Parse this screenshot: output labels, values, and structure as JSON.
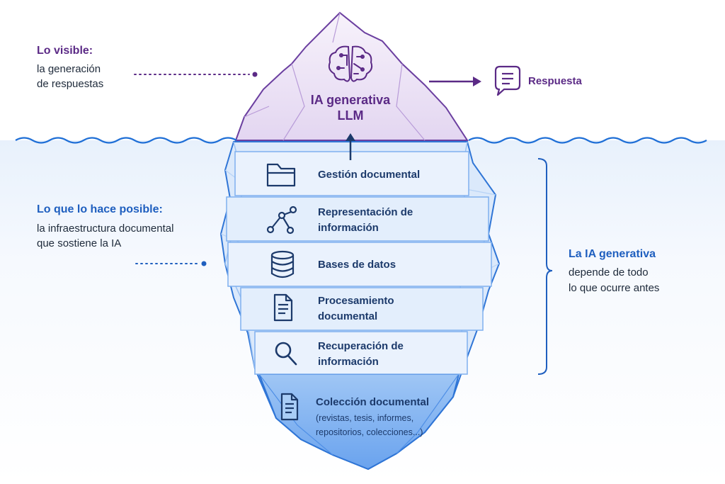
{
  "left_top": {
    "title": "Lo visible:",
    "line1": "la generación",
    "line2": "de respuestas"
  },
  "left_mid": {
    "title": "Lo que lo hace posible:",
    "line1": "la infraestructura documental",
    "line2": "que sostiene la IA"
  },
  "peak": {
    "line1": "IA generativa",
    "line2": "LLM",
    "icon": "brain-circuit-icon"
  },
  "output": {
    "label": "Respuesta",
    "icon": "chat-bubble-icon"
  },
  "layers": [
    {
      "line1": "Gestión documental",
      "icon": "folder-icon"
    },
    {
      "line1": "Representación de",
      "line2": "información",
      "icon": "network-graph-icon"
    },
    {
      "line1": "Bases de datos",
      "icon": "database-icon"
    },
    {
      "line1": "Procesamiento",
      "line2": "documental",
      "icon": "document-icon"
    },
    {
      "line1": "Recuperación de",
      "line2": "información",
      "icon": "magnifier-icon"
    }
  ],
  "base": {
    "title": "Colección documental",
    "sub1": "(revistas, tesis, informes,",
    "sub2": "repositorios, colecciones...)",
    "icon": "documents-icon"
  },
  "right": {
    "title": "La IA generativa",
    "line1": "depende de todo",
    "line2": "lo que ocurre antes"
  },
  "colors": {
    "purple": "#5b2a86",
    "blue": "#1f5fbf",
    "ice": "#dbe9fb",
    "water_line": "#1f6fd6"
  }
}
